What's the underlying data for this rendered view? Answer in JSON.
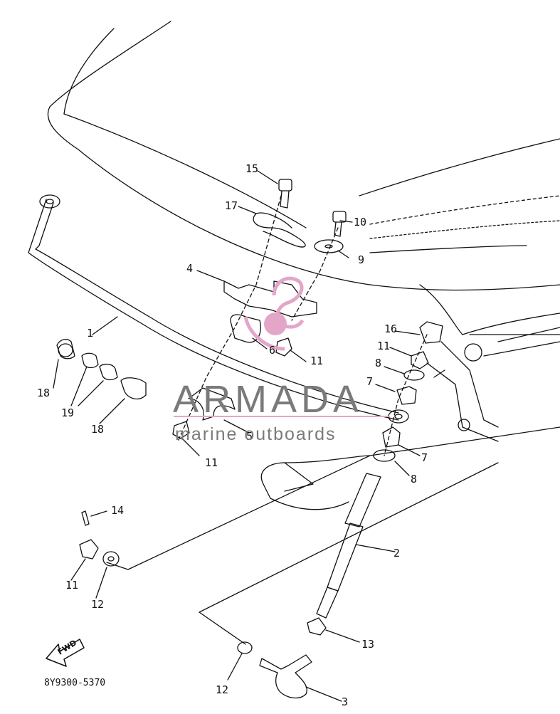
{
  "diagram": {
    "part_labels": {
      "p1": "1",
      "p2": "2",
      "p3": "3",
      "p4": "4",
      "p5": "5",
      "p6": "6",
      "p7a": "7",
      "p7b": "7",
      "p8a": "8",
      "p8b": "8",
      "p9": "9",
      "p10": "10",
      "p11a": "11",
      "p11b": "11",
      "p11c": "11",
      "p11d": "11",
      "p12a": "12",
      "p12b": "12",
      "p13": "13",
      "p14": "14",
      "p15": "15",
      "p16": "16",
      "p17": "17",
      "p18a": "18",
      "p18b": "18",
      "p19": "19"
    },
    "diagram_code": "8Y9300-5370",
    "fwd_label": "FWD"
  },
  "watermark": {
    "brand": "ARMADA",
    "tagline": "marine outboards",
    "logo_color": "#e4a6c8",
    "text_color": "#7a7a7a"
  }
}
